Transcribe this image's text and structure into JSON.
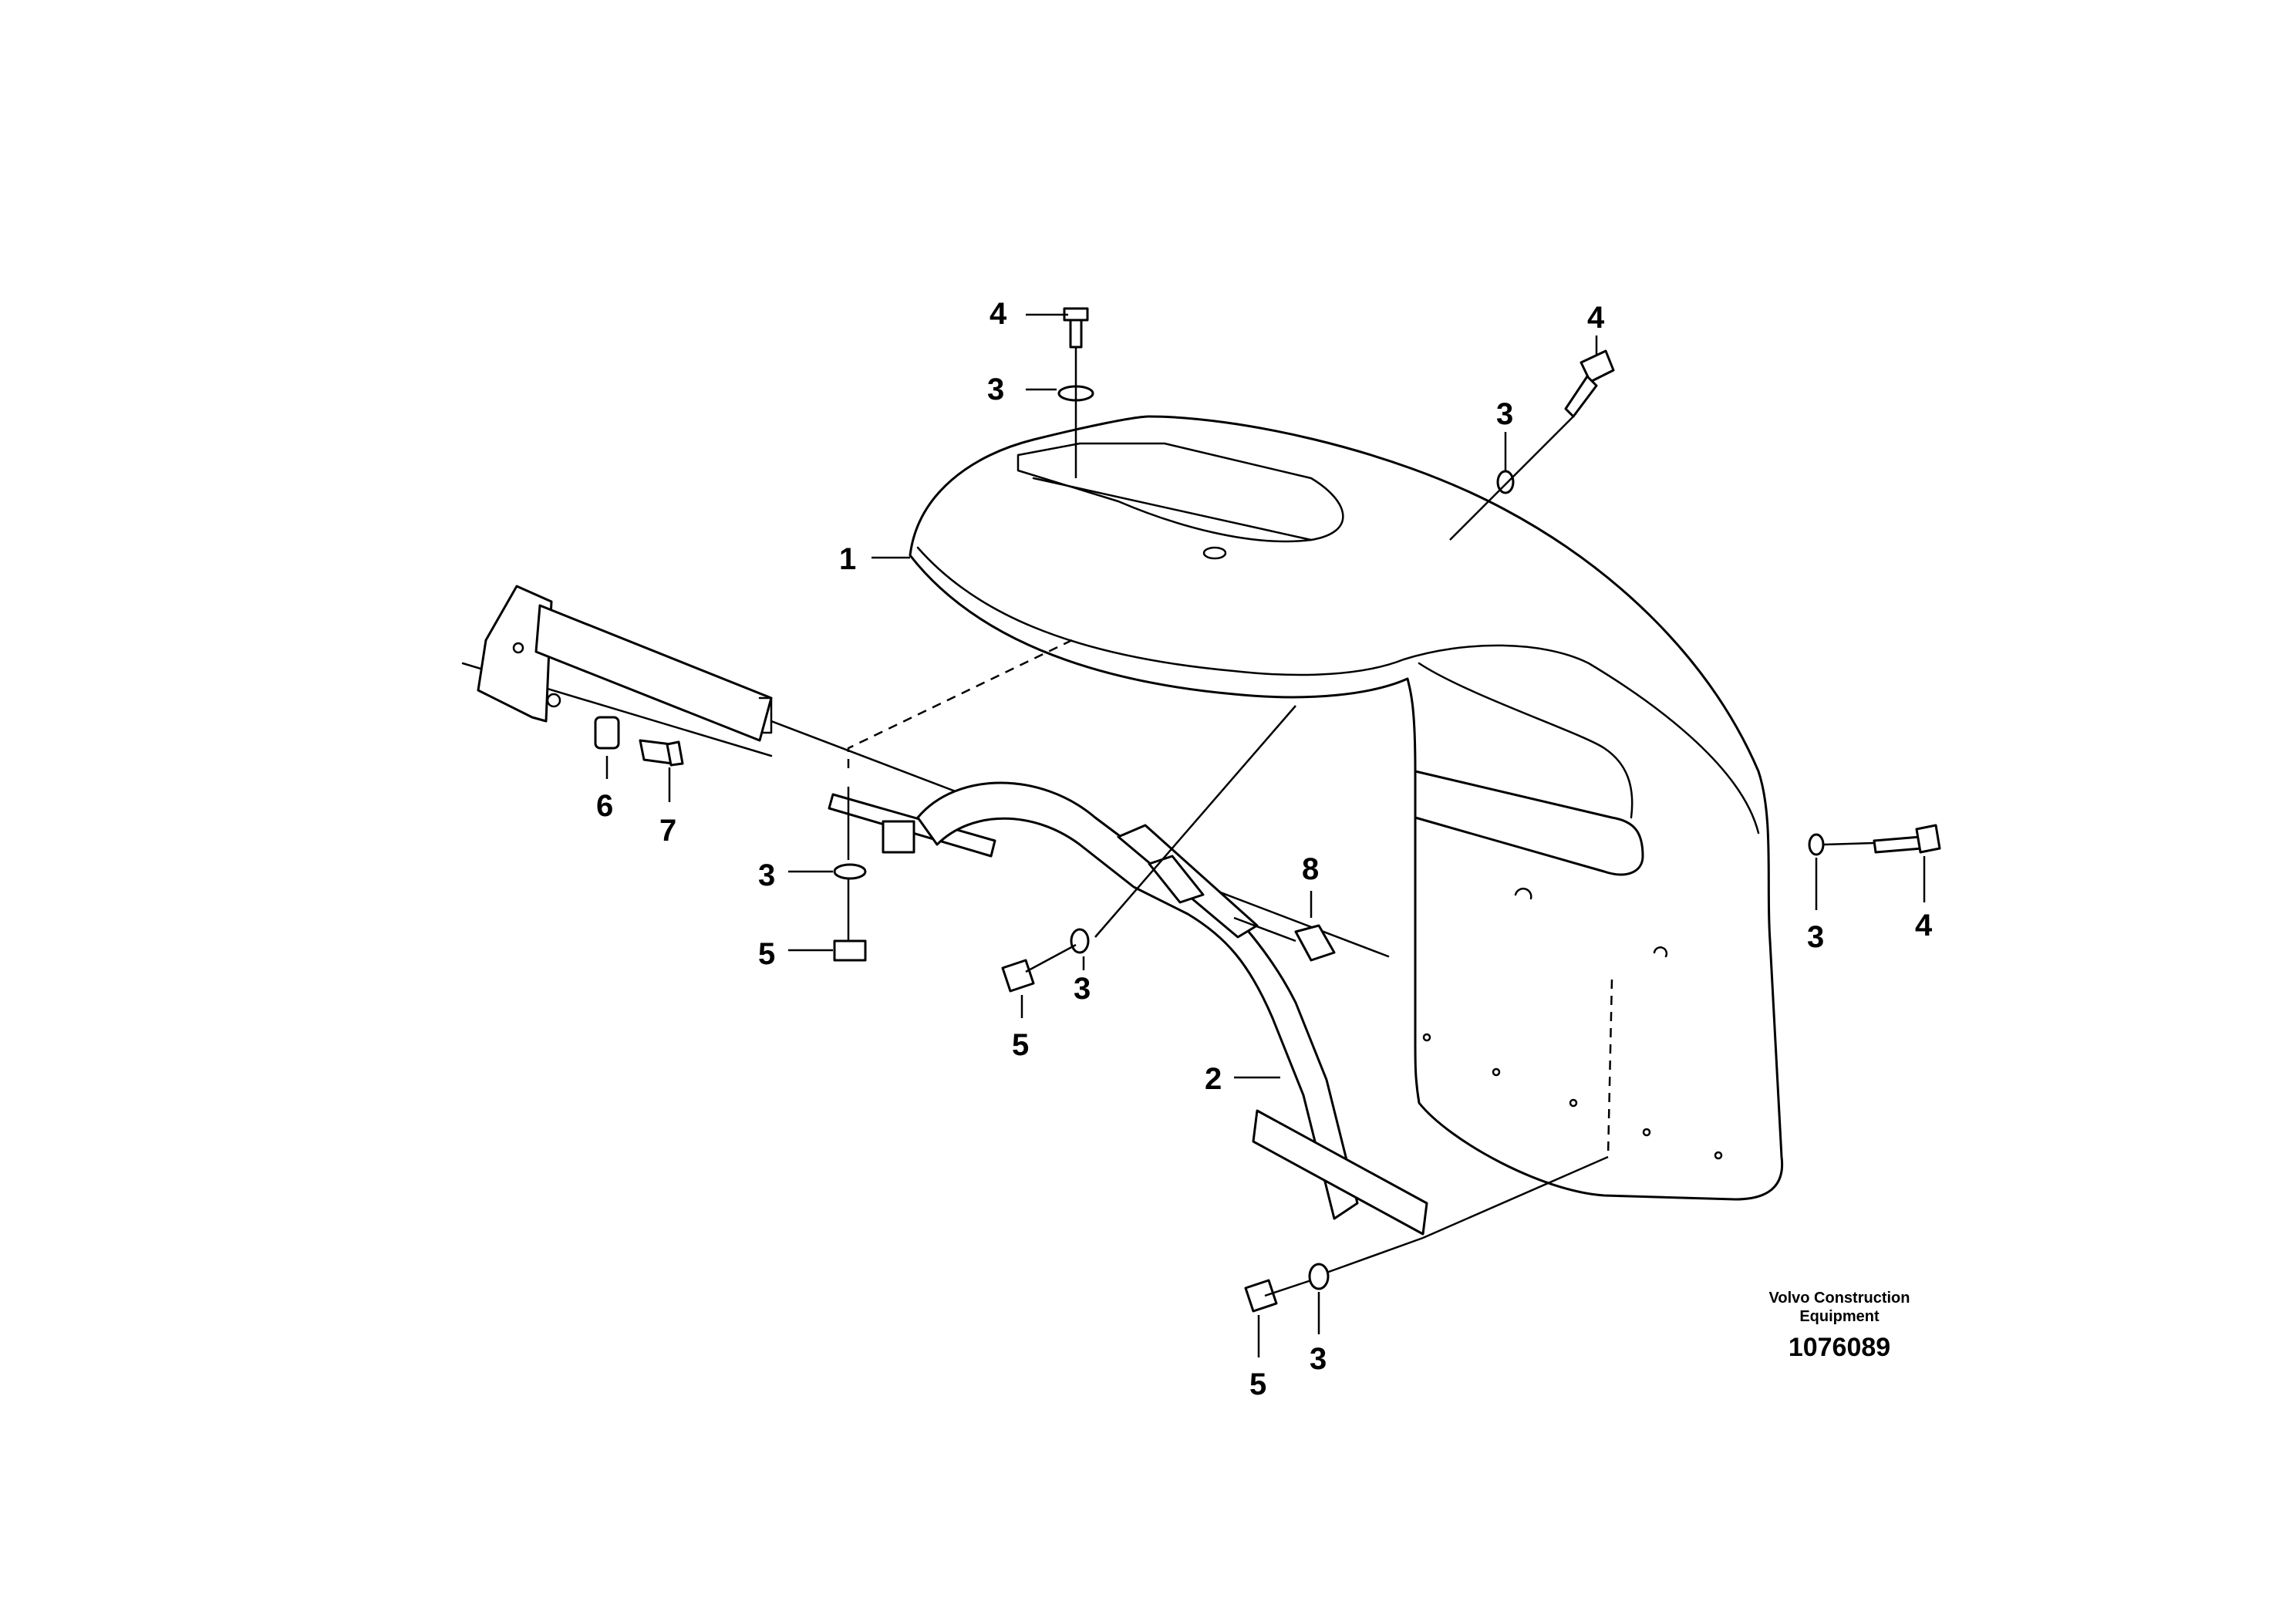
{
  "callouts": {
    "c4_top": "4",
    "c3_top": "3",
    "c4_upper_right": "4",
    "c3_upper_right": "3",
    "c1": "1",
    "c6": "6",
    "c7": "7",
    "c3_left": "3",
    "c5_left": "5",
    "c3_mid": "3",
    "c5_mid": "5",
    "c8": "8",
    "c2": "2",
    "c3_right": "3",
    "c4_right": "4",
    "c3_bottom": "3",
    "c5_bottom": "5"
  },
  "footer": {
    "brand_line1": "Volvo Construction",
    "brand_line2": "Equipment",
    "drawing_number": "1076089"
  }
}
